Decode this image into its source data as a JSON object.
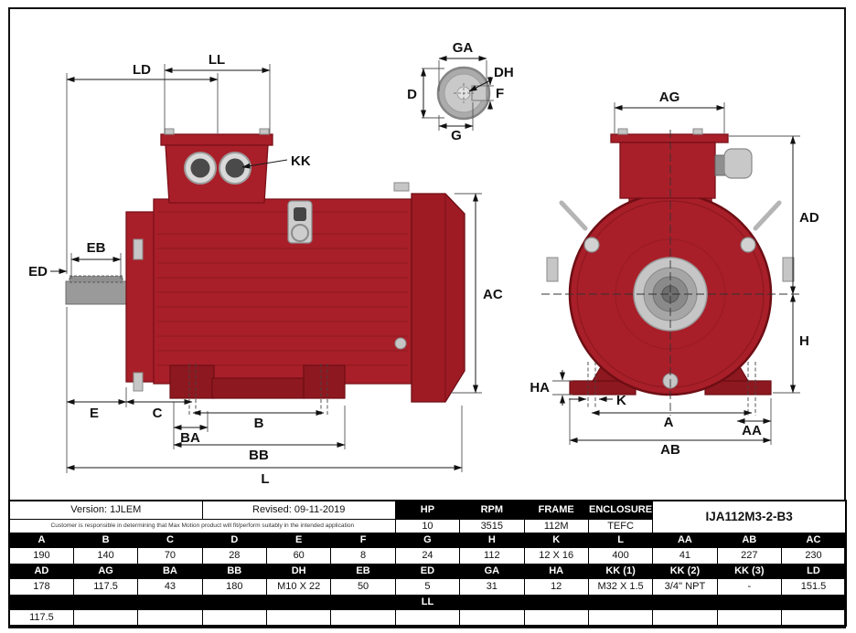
{
  "sheet": {
    "model_number": "IJA112M3-2-B3",
    "version_label": "Version: 1JLEM",
    "revised_label": "Revised: 09-11-2019",
    "disclaimer": "Customer is responsible in determining that Max Motion product will fit/perform suitably in the intended application"
  },
  "drawing": {
    "labels": {
      "LD": "LD",
      "LL": "LL",
      "KK": "KK",
      "EB": "EB",
      "ED": "ED",
      "AC": "AC",
      "E": "E",
      "C": "C",
      "B": "B",
      "BA": "BA",
      "BB": "BB",
      "L": "L",
      "GA": "GA",
      "DH": "DH",
      "D": "D",
      "F": "F",
      "G": "G",
      "AG": "AG",
      "AD": "AD",
      "H": "H",
      "HA": "HA",
      "K": "K",
      "A": "A",
      "AA": "AA",
      "AB": "AB"
    }
  },
  "table": {
    "spec": {
      "headers": [
        "HP",
        "RPM",
        "FRAME",
        "ENCLOSURE"
      ],
      "values": [
        "10",
        "3515",
        "112M",
        "TEFC"
      ]
    },
    "row1": {
      "headers": [
        "A",
        "B",
        "C",
        "D",
        "E",
        "F",
        "G",
        "H",
        "K",
        "L",
        "AA",
        "AB",
        "AC"
      ],
      "values": [
        "190",
        "140",
        "70",
        "28",
        "60",
        "8",
        "24",
        "112",
        "12 X 16",
        "400",
        "41",
        "227",
        "230"
      ]
    },
    "row2": {
      "headers": [
        "AD",
        "AG",
        "BA",
        "BB",
        "DH",
        "EB",
        "ED",
        "GA",
        "HA",
        "KK (1)",
        "KK (2)",
        "KK (3)",
        "LD"
      ],
      "values": [
        "178",
        "117.5",
        "43",
        "180",
        "M10 X 22",
        "50",
        "5",
        "31",
        "12",
        "M32 X 1.5",
        "3/4'' NPT",
        "-",
        "151.5"
      ]
    },
    "row3": {
      "header": "LL",
      "value": "117.5"
    }
  },
  "colors": {
    "motor_red": "#A81F29",
    "motor_red_dark": "#7A1018",
    "fan_red": "#9E1B24",
    "foot_red": "#8E1820",
    "metal_gray": "#9A9A9A",
    "dim_line": "#1A1A1A",
    "header_bg": "#000000",
    "header_text": "#FFFFFF"
  }
}
